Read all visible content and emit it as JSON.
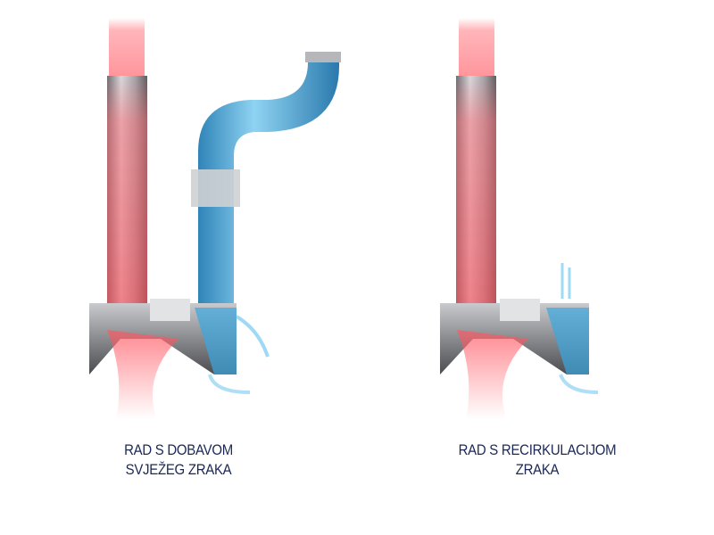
{
  "diagrams": [
    {
      "caption_lines": [
        "RAD S DOBAVOM",
        "SVJEŽEG ZRAKA"
      ]
    },
    {
      "caption_lines": [
        "RAD S RECIRKULACIJOM",
        "ZRAKA"
      ]
    }
  ],
  "colors": {
    "caption": "#1b2857",
    "hot_air": "#e8434f",
    "fresh_air": "#3aa7e0",
    "metal": "#9a9da3"
  }
}
